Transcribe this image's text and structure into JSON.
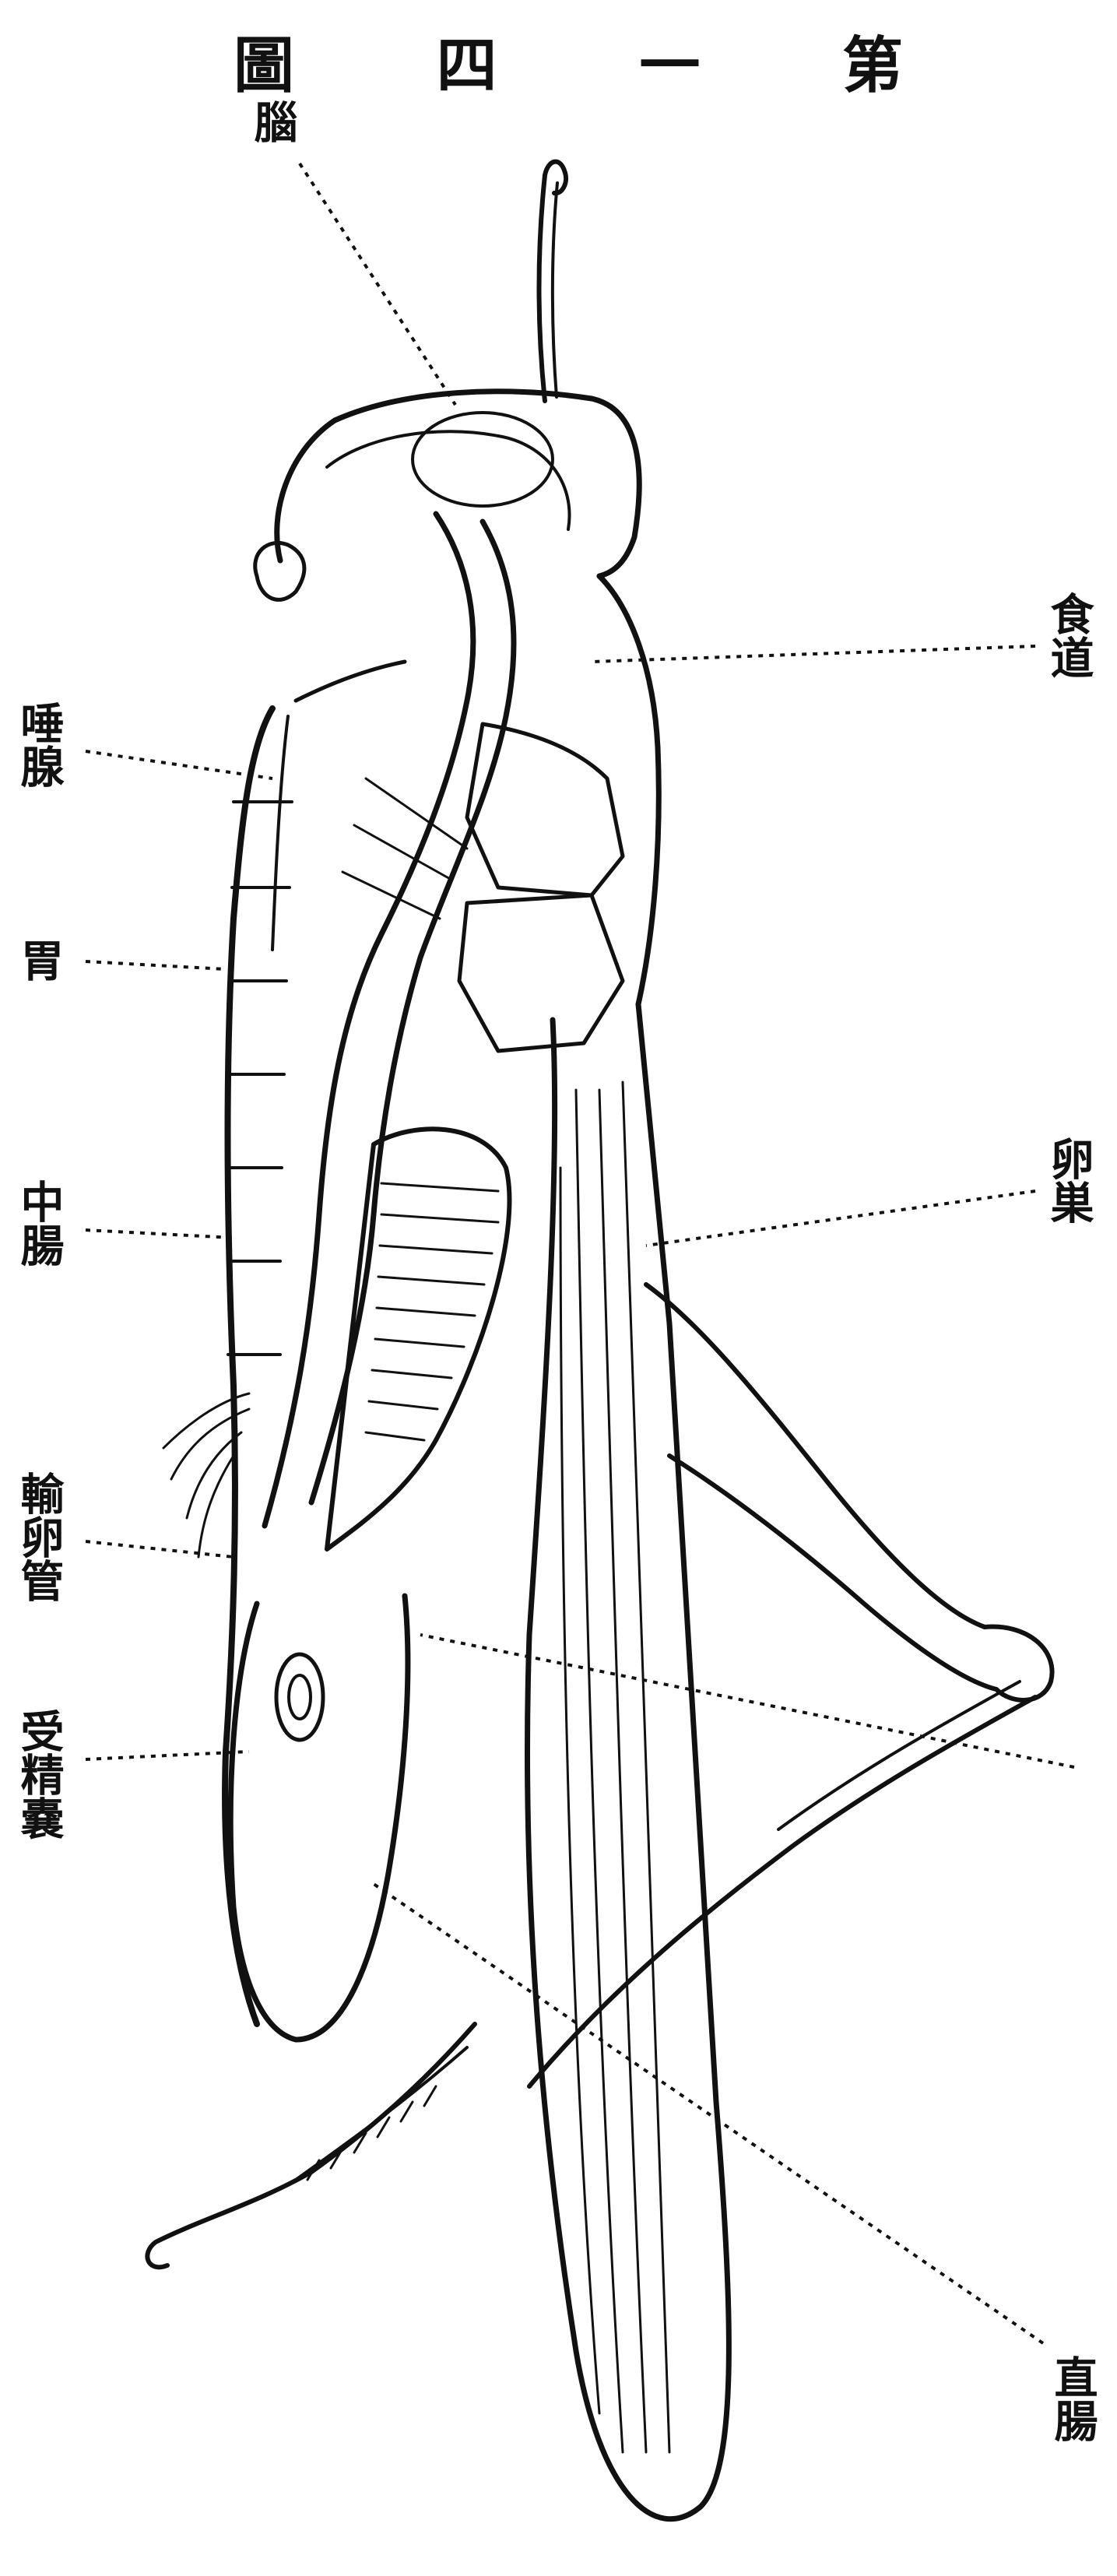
{
  "title_chars": [
    "第",
    "一",
    "四",
    "圖"
  ],
  "labels": {
    "brain": "腦",
    "esophagus": "食道",
    "salivary": "唾腺",
    "stomach": "胃",
    "midgut": "中腸",
    "ovary": "卵巣",
    "oviduct": "輸卵管",
    "receptacle": "受精嚢",
    "rectum": "直腸"
  },
  "colors": {
    "ink": "#111111",
    "paper": "#ffffff"
  }
}
